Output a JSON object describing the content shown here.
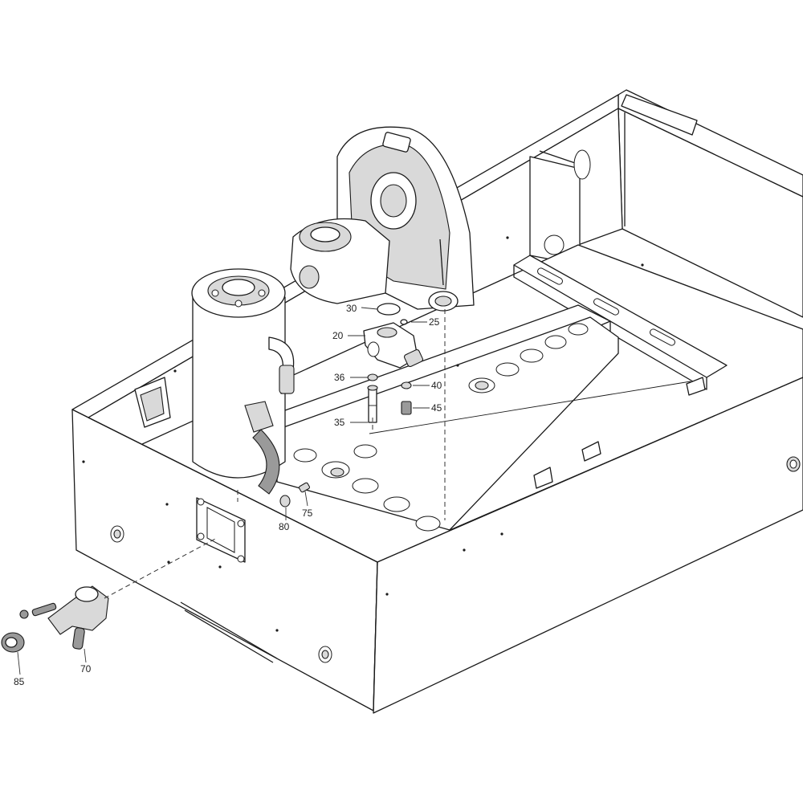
{
  "callouts": [
    {
      "id": "c20",
      "label": "20"
    },
    {
      "id": "c25",
      "label": "25"
    },
    {
      "id": "c30",
      "label": "30"
    },
    {
      "id": "c35",
      "label": "35"
    },
    {
      "id": "c36",
      "label": "36"
    },
    {
      "id": "c40",
      "label": "40"
    },
    {
      "id": "c45",
      "label": "45"
    },
    {
      "id": "c70",
      "label": "70"
    },
    {
      "id": "c75",
      "label": "75"
    },
    {
      "id": "c80",
      "label": "80"
    },
    {
      "id": "c85",
      "label": "85"
    }
  ]
}
